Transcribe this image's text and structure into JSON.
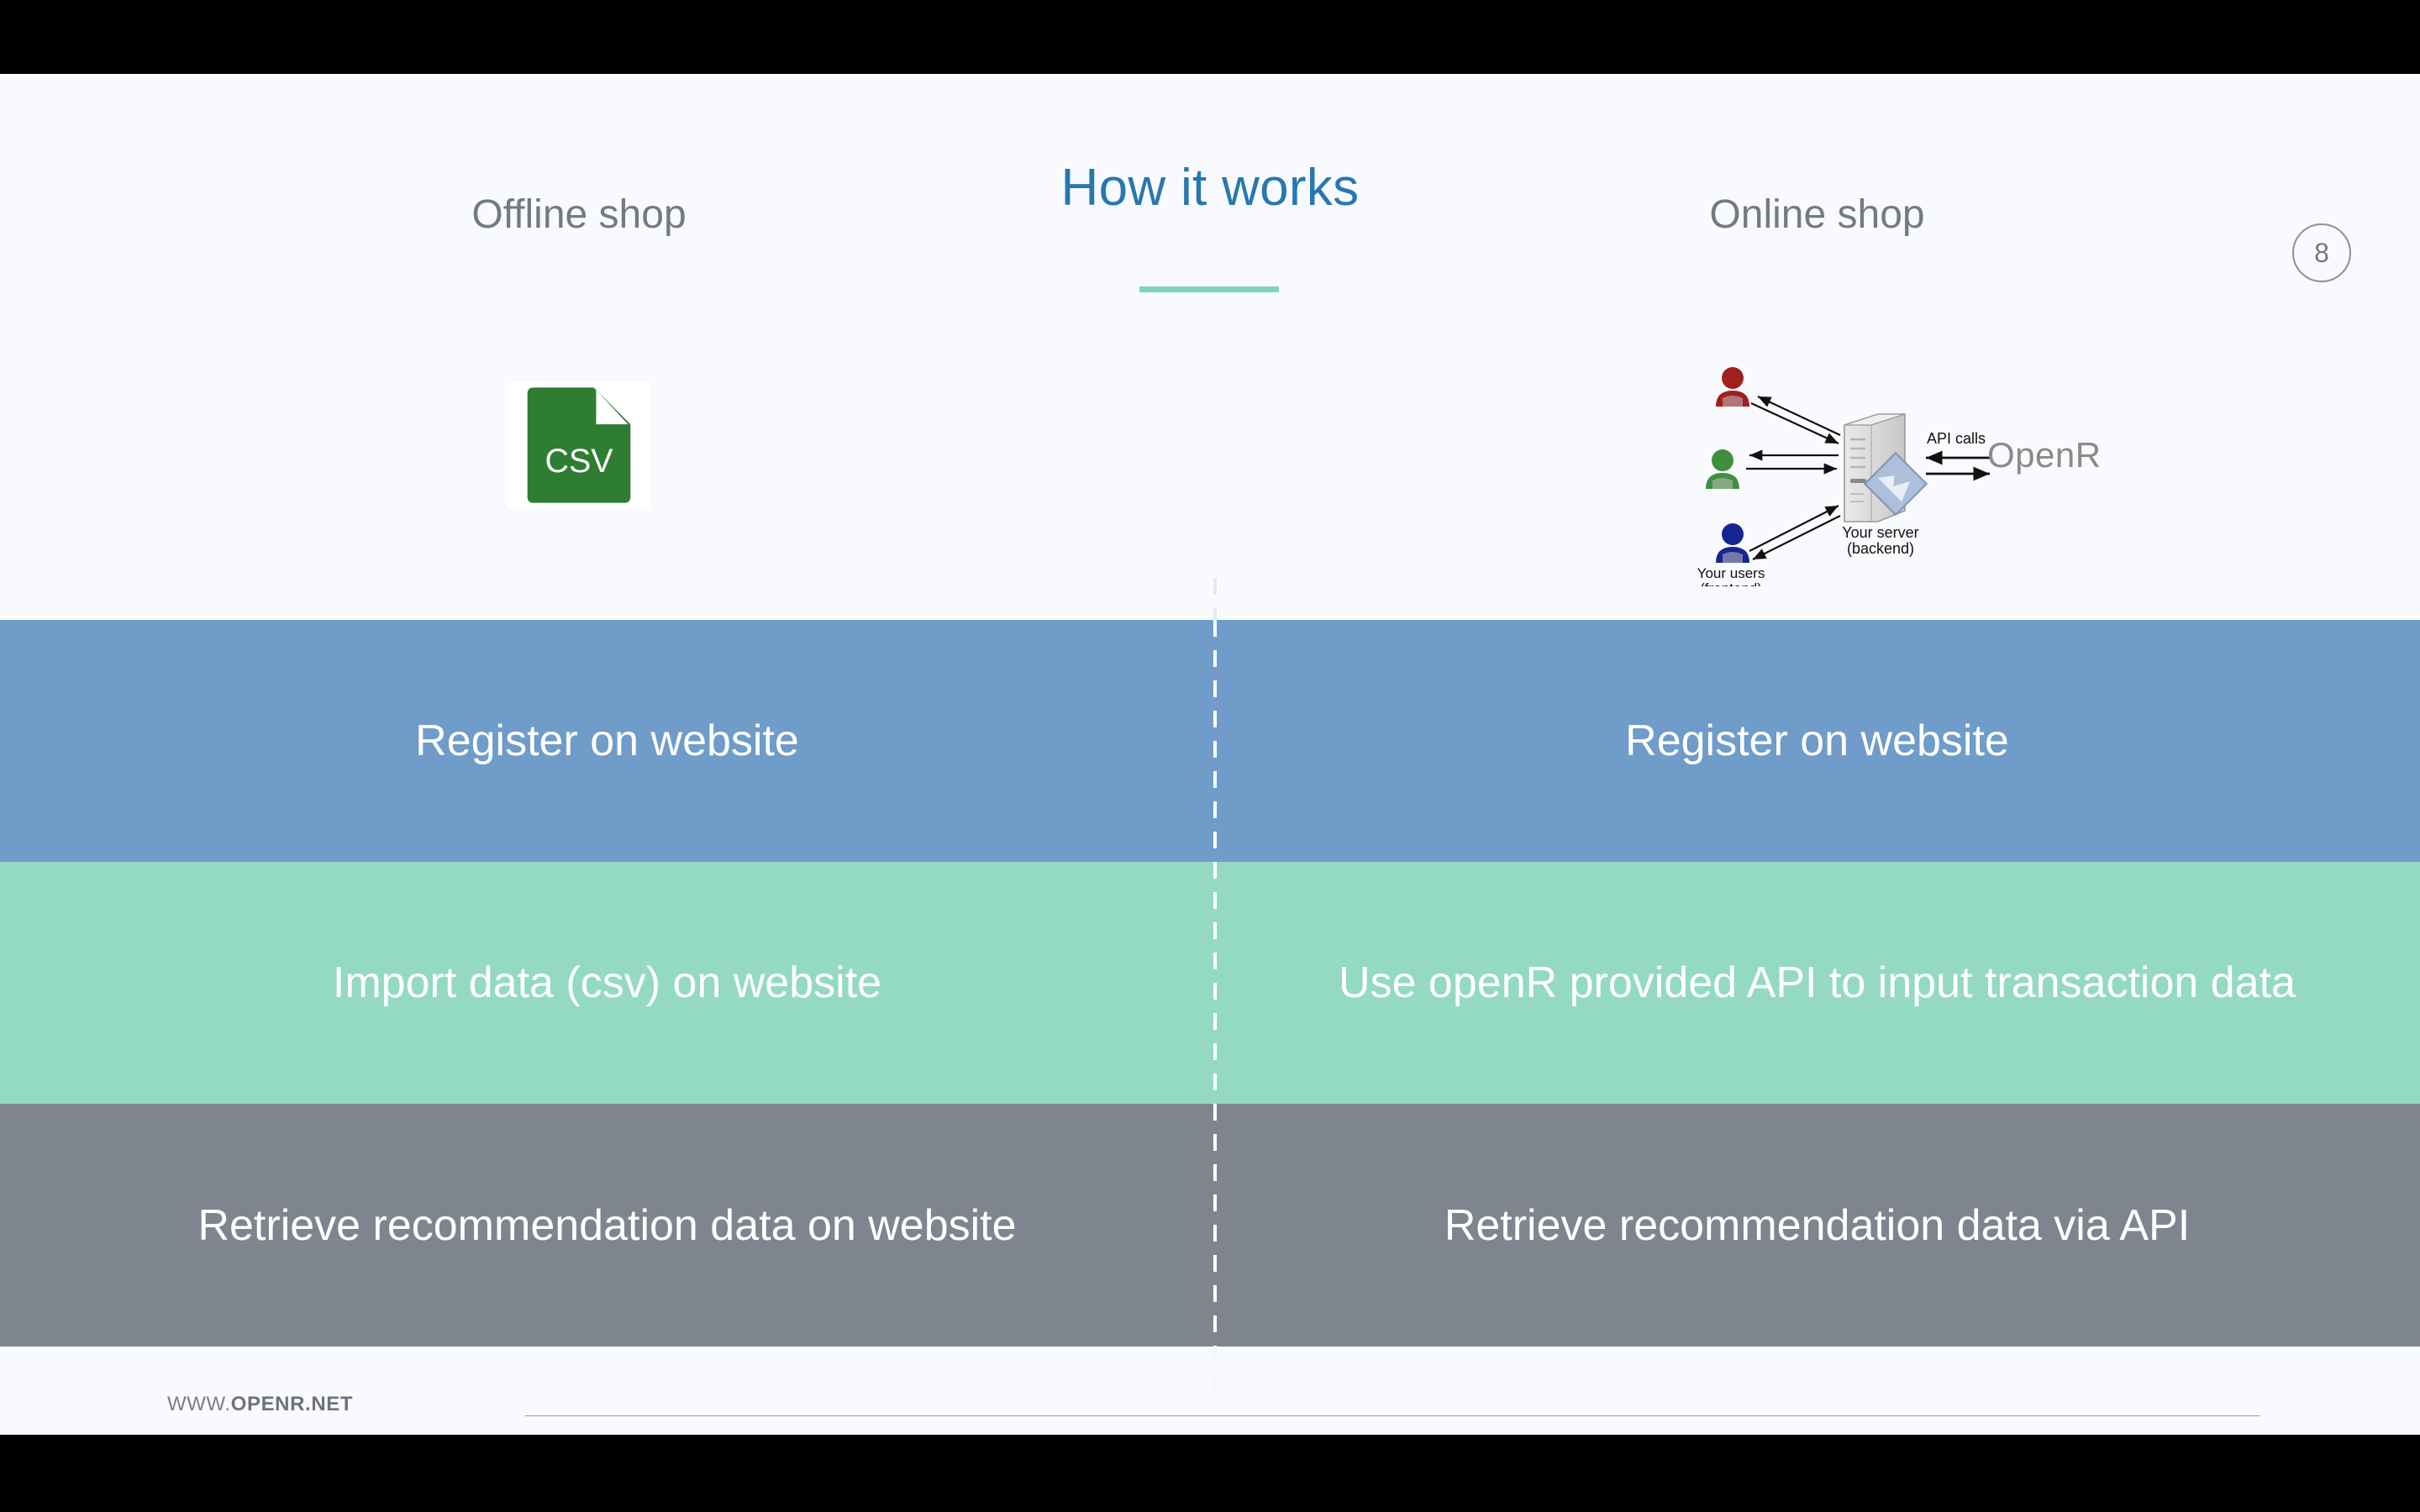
{
  "slide": {
    "title": "How it works",
    "page_number": "8",
    "accent_color": "#7fd4bb",
    "title_color": "#2878b0",
    "background": "#f9fafe"
  },
  "columns": {
    "left_header": "Offline shop",
    "right_header": "Online shop"
  },
  "left_visual": {
    "icon_name": "csv-file-icon",
    "label": "CSV",
    "color": "#2e7d32"
  },
  "right_visual": {
    "icon_name": "architecture-diagram",
    "users_label_line1": "Your users",
    "users_label_line2": "(frontend)",
    "server_label_line1": "Your server",
    "server_label_line2": "(backend)",
    "api_label": "API calls",
    "wordmark": "OpenR",
    "user_colors": [
      "#a02020",
      "#3f8f3f",
      "#17268f"
    ]
  },
  "bands": [
    {
      "name": "register",
      "color": "#6f9cc8",
      "left_text": "Register on website",
      "right_text": "Register on website"
    },
    {
      "name": "import",
      "color": "#94d9c3",
      "left_text": "Import data (csv) on website",
      "right_text": "Use openR provided API to input transaction data"
    },
    {
      "name": "retrieve",
      "color": "#7e858f",
      "left_text": "Retrieve recommendation data on website",
      "right_text": "Retrieve recommendation data via API"
    }
  ],
  "footer": {
    "url_prefix": "WWW.",
    "url_bold": "OPENR.NET"
  }
}
